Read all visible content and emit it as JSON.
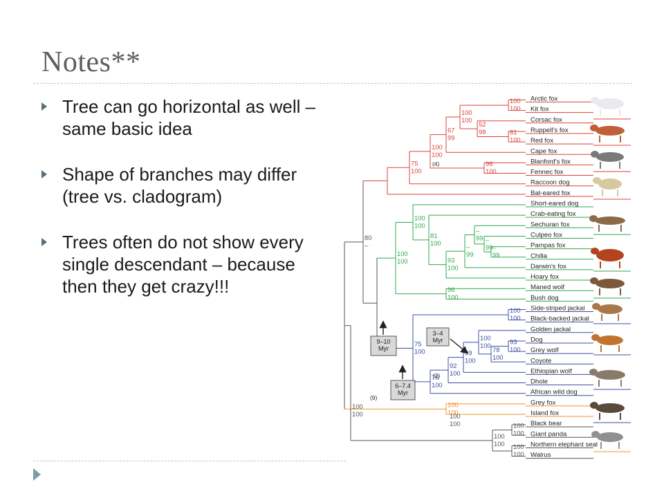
{
  "title": "Notes**",
  "bullets": [
    "Tree can go horizontal as well – same basic idea",
    "Shape of branches may differ (tree vs. cladogram)",
    "Trees often do not show every single descendant – because then they get crazy!!!"
  ],
  "tree": {
    "clade_colors": {
      "vulpes": "#d9433b",
      "south_american": "#2ea84d",
      "wolf_like": "#3b4fa0",
      "urocyon": "#f0922d",
      "outgroup": "#555555"
    },
    "leaves": [
      "Arctic fox",
      "Kit fox",
      "Corsac fox",
      "Ruppell's fox",
      "Red fox",
      "Cape fox",
      "Blanford's fox",
      "Fennec fox",
      "Raccoon dog",
      "Bat-eared fox",
      "Short-eared dog",
      "Crab-eating fox",
      "Sechuran fox",
      "Culpeo fox",
      "Pampas fox",
      "Chilla",
      "Darwin's fox",
      "Hoary fox",
      "Maned wolf",
      "Bush dog",
      "Side-striped jackal",
      "Black-backed jackal",
      "Golden jackal",
      "Dog",
      "Grey wolf",
      "Coyote",
      "Ethiopian wolf",
      "Dhole",
      "African wild dog",
      "Grey fox",
      "Island fox",
      "Black bear",
      "Giant panda",
      "Northern elephant seal",
      "Walrus"
    ],
    "leaf_clades": [
      "vulpes",
      "vulpes",
      "vulpes",
      "vulpes",
      "vulpes",
      "vulpes",
      "vulpes",
      "vulpes",
      "vulpes",
      "vulpes",
      "south_american",
      "south_american",
      "south_american",
      "south_american",
      "south_american",
      "south_american",
      "south_american",
      "south_american",
      "south_american",
      "south_american",
      "wolf_like",
      "wolf_like",
      "wolf_like",
      "wolf_like",
      "wolf_like",
      "wolf_like",
      "wolf_like",
      "wolf_like",
      "wolf_like",
      "urocyon",
      "urocyon",
      "outgroup",
      "outgroup",
      "outgroup",
      "outgroup"
    ],
    "nodes": [
      {
        "top": "100",
        "bottom": "100",
        "clade": "vulpes"
      },
      {
        "top": "81",
        "bottom": "100",
        "clade": "vulpes"
      },
      {
        "top": "52",
        "bottom": "98",
        "clade": "vulpes"
      },
      {
        "top": "100",
        "bottom": "100",
        "clade": "vulpes"
      },
      {
        "top": "67",
        "bottom": "99",
        "clade": "vulpes"
      },
      {
        "top": "96",
        "bottom": "100",
        "clade": "vulpes"
      },
      {
        "top": "100",
        "bottom": "100",
        "clade": "vulpes"
      },
      {
        "top": "75",
        "bottom": "100",
        "clade": "vulpes"
      },
      {
        "top": "–",
        "bottom": "99",
        "clade": "south_american"
      },
      {
        "top": "–",
        "bottom": "99",
        "clade": "south_american"
      },
      {
        "top": "–",
        "bottom": "99",
        "clade": "south_american"
      },
      {
        "top": "–",
        "bottom": "99",
        "clade": "south_american"
      },
      {
        "top": "93",
        "bottom": "100",
        "clade": "south_american"
      },
      {
        "top": "81",
        "bottom": "100",
        "clade": "south_american"
      },
      {
        "top": "100",
        "bottom": "100",
        "clade": "south_american"
      },
      {
        "top": "96",
        "bottom": "100",
        "clade": "south_american"
      },
      {
        "top": "100",
        "bottom": "100",
        "clade": "south_american"
      },
      {
        "top": "100",
        "bottom": "100",
        "clade": "wolf_like"
      },
      {
        "top": "93",
        "bottom": "100",
        "clade": "wolf_like"
      },
      {
        "top": "78",
        "bottom": "100",
        "clade": "wolf_like"
      },
      {
        "top": "100",
        "bottom": "100",
        "clade": "wolf_like"
      },
      {
        "top": "99",
        "bottom": "100",
        "clade": "wolf_like"
      },
      {
        "top": "92",
        "bottom": "100",
        "clade": "wolf_like"
      },
      {
        "top": "78",
        "bottom": "100",
        "clade": "wolf_like"
      },
      {
        "top": "75",
        "bottom": "100",
        "clade": "wolf_like"
      },
      {
        "top": "100",
        "bottom": "100",
        "clade": "outgroup"
      },
      {
        "top": "80",
        "bottom": "–",
        "clade": "outgroup"
      },
      {
        "top": "100",
        "bottom": "100",
        "clade": "urocyon"
      },
      {
        "top": "100",
        "bottom": "100",
        "clade": "outgroup"
      },
      {
        "top": "100",
        "bottom": "100",
        "clade": "outgroup"
      },
      {
        "top": "100",
        "bottom": "100",
        "clade": "outgroup"
      },
      {
        "top": "100",
        "bottom": "100",
        "clade": "outgroup"
      }
    ],
    "node_notes": [
      "(4)",
      "(2)",
      "(9)"
    ],
    "time_boxes": [
      {
        "lines": [
          "3–4",
          "Myr"
        ]
      },
      {
        "lines": [
          "9–10",
          "Myr"
        ]
      },
      {
        "lines": [
          "6–7.4",
          "Myr"
        ]
      }
    ]
  }
}
